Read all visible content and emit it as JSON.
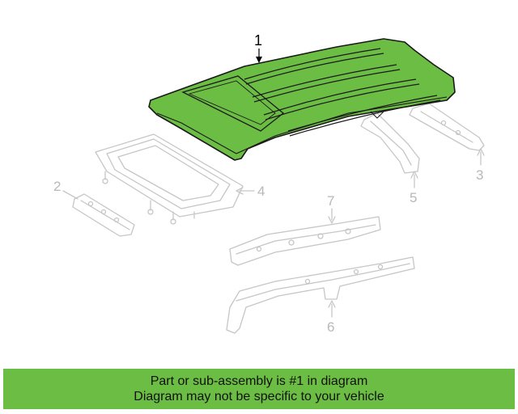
{
  "diagram": {
    "callouts": [
      {
        "id": "1",
        "label": "1",
        "active": true
      },
      {
        "id": "2",
        "label": "2",
        "active": false
      },
      {
        "id": "3",
        "label": "3",
        "active": false
      },
      {
        "id": "4",
        "label": "4",
        "active": false
      },
      {
        "id": "5",
        "label": "5",
        "active": false
      },
      {
        "id": "6",
        "label": "6",
        "active": false
      },
      {
        "id": "7",
        "label": "7",
        "active": false
      }
    ],
    "highlight_color": "#6cbd44",
    "ghost_color": "#c6c6c6"
  },
  "banner": {
    "line1": "Part or sub-assembly is #1 in diagram",
    "line2": "Diagram may not be specific to your vehicle",
    "color": "#6cbd44"
  }
}
